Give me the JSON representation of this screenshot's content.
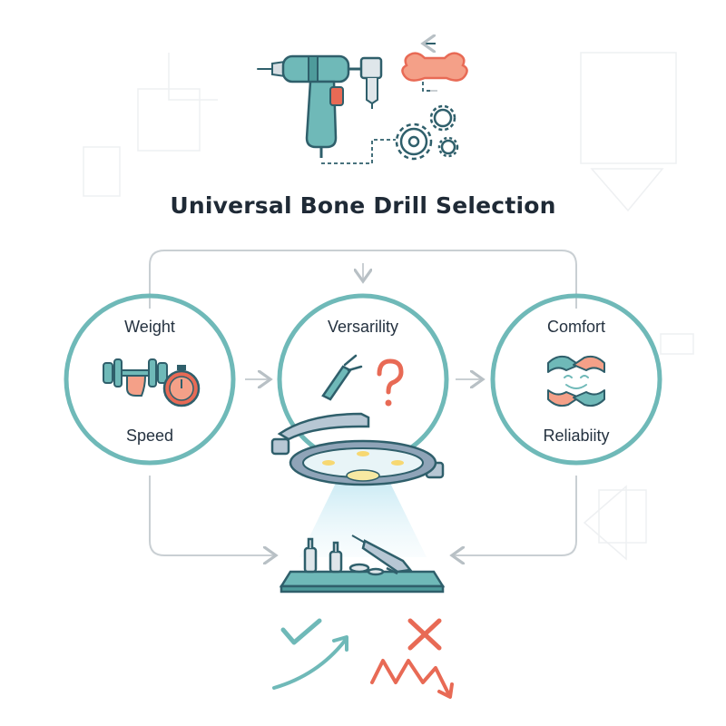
{
  "title": "Universal Bone Drill Selection",
  "criteria": {
    "left": {
      "top_label": "Weight",
      "bottom_label": "Speed",
      "icons": [
        "dumbbell-icon",
        "stopwatch-icon"
      ]
    },
    "center": {
      "top_label": "Versarility",
      "icons": [
        "drill-bit-tool-icon",
        "question-mark-icon"
      ]
    },
    "right": {
      "top_label": "Comfort",
      "bottom_label": "Reliabiity",
      "icons": [
        "handshake-icon",
        "smile-icon"
      ]
    }
  },
  "outcomes": {
    "good": "check-mark-icon",
    "bad": "cross-mark-icon"
  },
  "colors": {
    "teal": "#6fb9b8",
    "teal_dark": "#2f5f6b",
    "coral": "#e86a55",
    "text": "#1f2a36",
    "connector": "#c9cfd3"
  }
}
